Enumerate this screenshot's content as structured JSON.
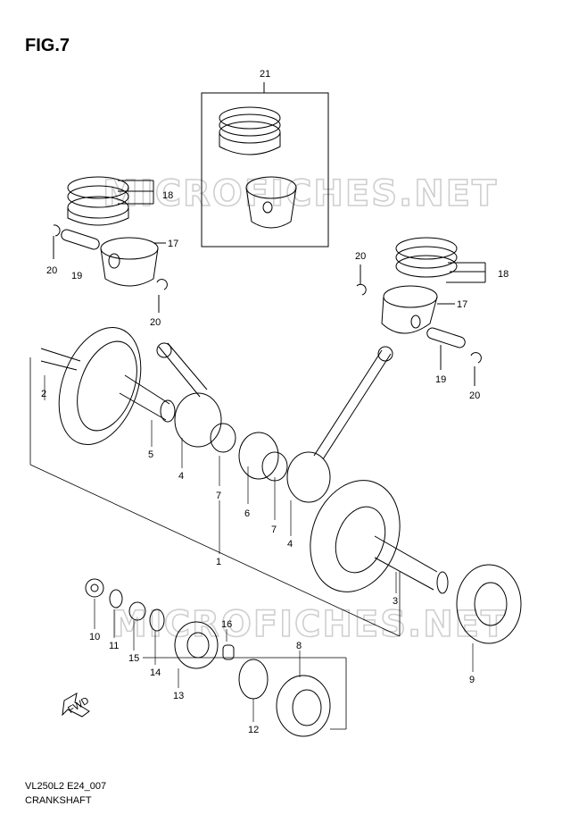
{
  "figure_title": "FIG.7",
  "model_code": "VL250L2 E24_007",
  "caption": "CRANKSHAFT",
  "watermark": "MICROFICHES.NET",
  "fwd_label": "FWD",
  "callouts": [
    "21",
    "18",
    "17",
    "20",
    "19",
    "20",
    "20",
    "18",
    "17",
    "19",
    "20",
    "2",
    "5",
    "4",
    "7",
    "6",
    "7",
    "4",
    "1",
    "3",
    "10",
    "11",
    "15",
    "14",
    "16",
    "13",
    "8",
    "12",
    "9"
  ]
}
